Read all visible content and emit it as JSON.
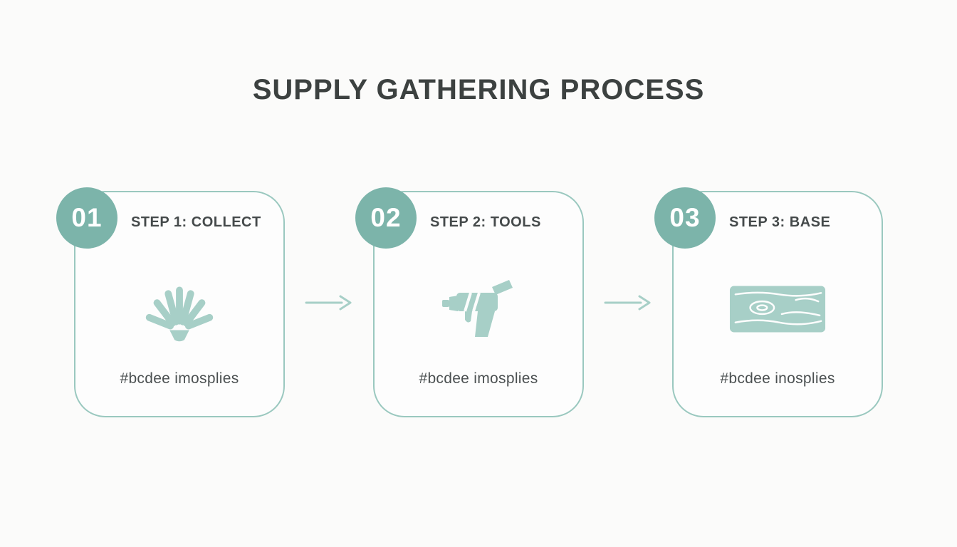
{
  "title": "SUPPLY GATHERING PROCESS",
  "steps": [
    {
      "number": "01",
      "label": "STEP 1: COLLECT",
      "icon": "seashell-icon",
      "caption": "#bcdee imosplies"
    },
    {
      "number": "02",
      "label": "STEP 2: TOOLS",
      "icon": "glue-gun-icon",
      "caption": "#bcdee imosplies"
    },
    {
      "number": "03",
      "label": "STEP 3: BASE",
      "icon": "wood-plank-icon",
      "caption": "#bcdee inosplies"
    }
  ],
  "colors": {
    "background": "#fbfbfa",
    "card_border": "#9ac8bf",
    "badge": "#7cb4aa",
    "icon": "#a7cfc7",
    "arrow": "#a7cfc7",
    "title_text": "#3c4140",
    "label_text": "#454a4b",
    "caption_text": "#4b5051"
  }
}
